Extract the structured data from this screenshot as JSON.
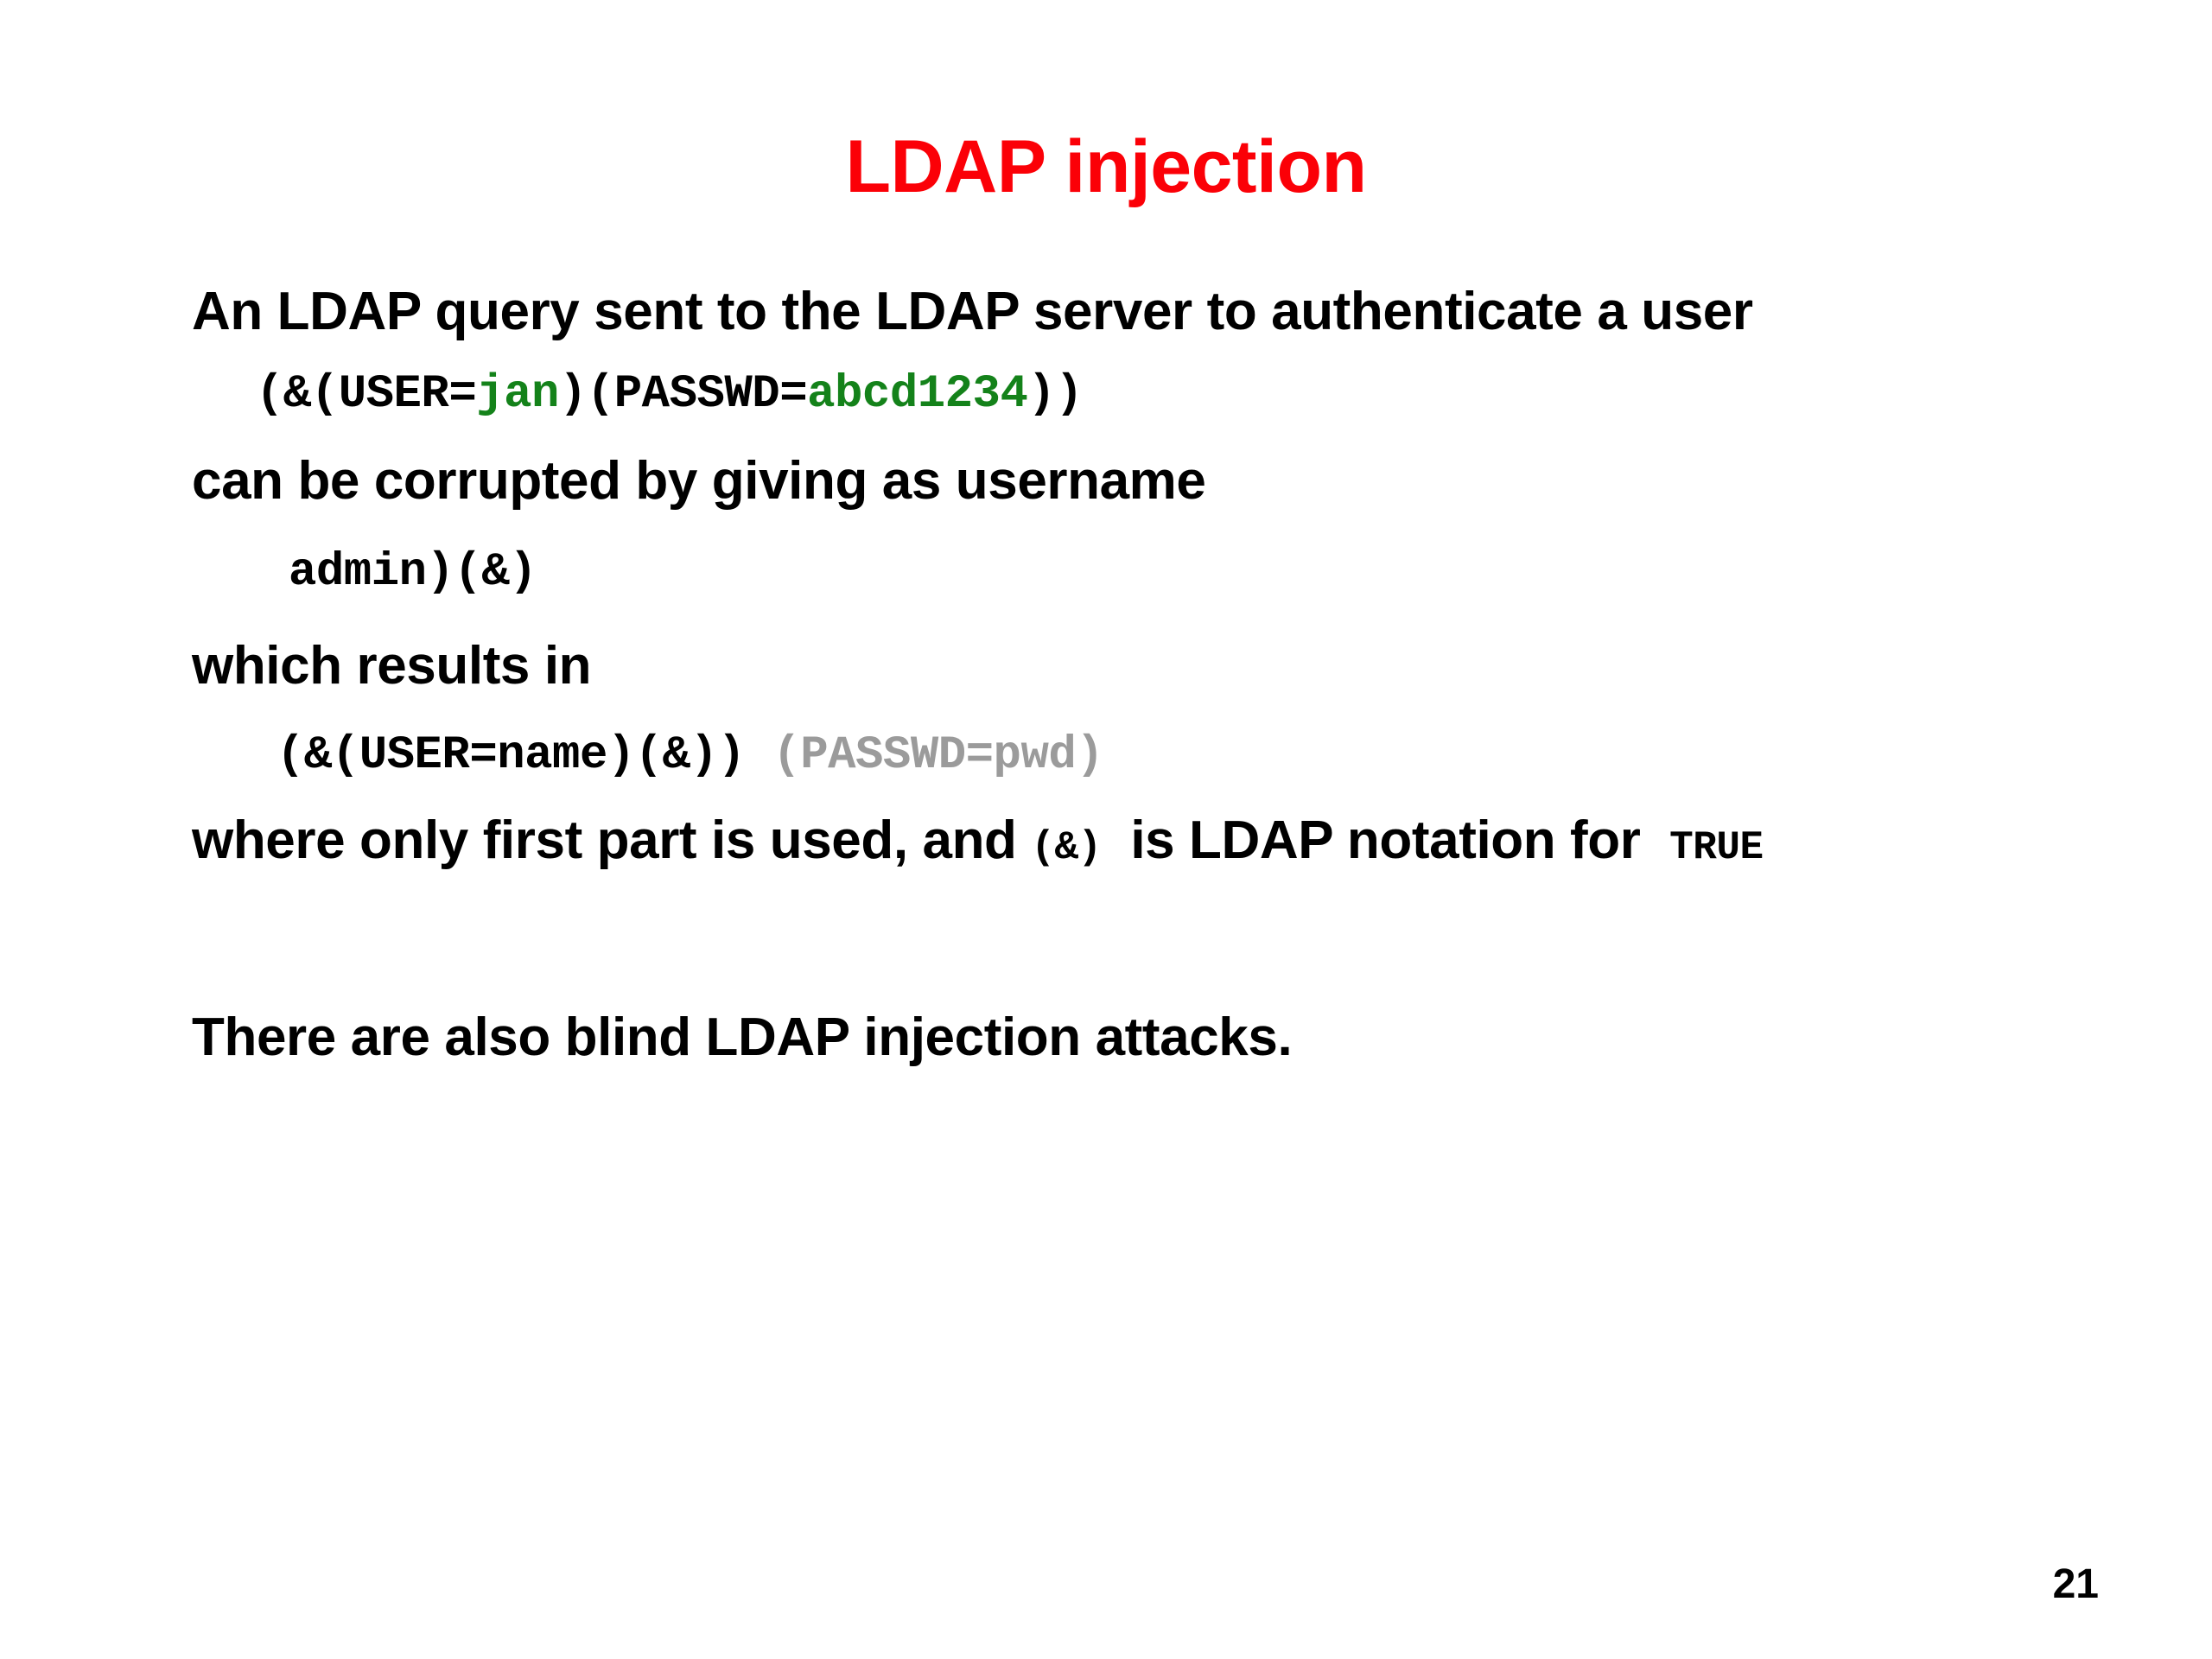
{
  "slide": {
    "title": "LDAP injection",
    "title_color": "#fb0007",
    "background_color": "#ffffff",
    "page_number": "21",
    "colors": {
      "code_green": "#14821a",
      "code_grey": "#9b9b9b",
      "text_black": "#000000"
    }
  },
  "body": {
    "line1": "An LDAP query sent to the LDAP server to authenticate a user",
    "code1": {
      "seg1": "(&(USER=",
      "seg2_green": "jan",
      "seg3": ")(PASSWD=",
      "seg4_green": "abcd1234",
      "seg5": "))"
    },
    "line2": "can be corrupted by giving as username",
    "code2": "admin)(&)",
    "line3": "which results in",
    "code3": {
      "seg1_black": "(&(USER=name)(&))",
      "seg2_grey": " (PASSWD=pwd)"
    },
    "line4": {
      "seg1": "where only first part is used, and ",
      "seg2_code": "(&)",
      "seg3": "  is LDAP notation for  ",
      "seg4_code": "TRUE"
    },
    "line5": "There are also blind LDAP injection attacks."
  }
}
